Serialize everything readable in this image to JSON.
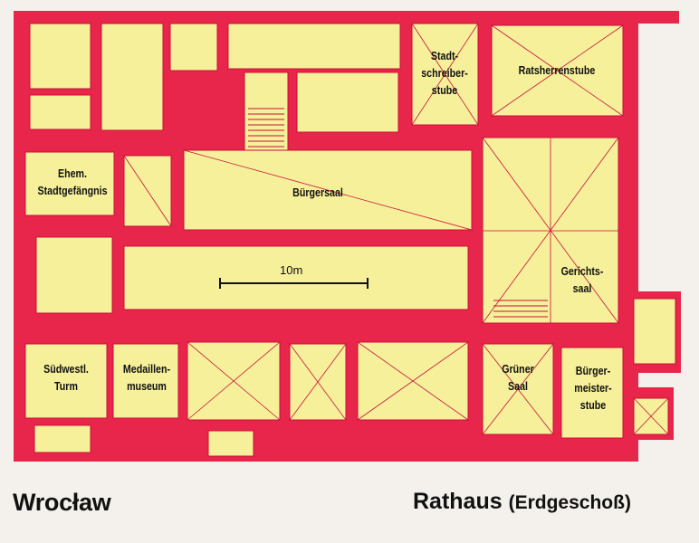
{
  "colors": {
    "wall": "#e8254a",
    "room": "#f7f09a",
    "line": "#c8113a",
    "background": "#f4f1ec"
  },
  "rooms": {
    "stadtschreiberstube": "Stadt-\nschreiber-\nstube",
    "ratsherrenstube": "Ratsherrenstube",
    "stadtgefaengnis": "Ehem.\nStadtgefängnis",
    "buergersaal": "Bürgersaal",
    "gerichtssaal": "Gerichts-\nsaal",
    "suedwestl_turm": "Südwestl.\nTurm",
    "medaillenmuseum": "Medaillen-\nmuseum",
    "gruener_saal": "Grüner\nSaal",
    "buergermeisterstube": "Bürger-\nmeister-\nstube"
  },
  "scale_bar": {
    "label": "10m"
  },
  "caption": {
    "city": "Wrocław",
    "building": "Rathaus",
    "floor": "(Erdgeschoß)"
  }
}
